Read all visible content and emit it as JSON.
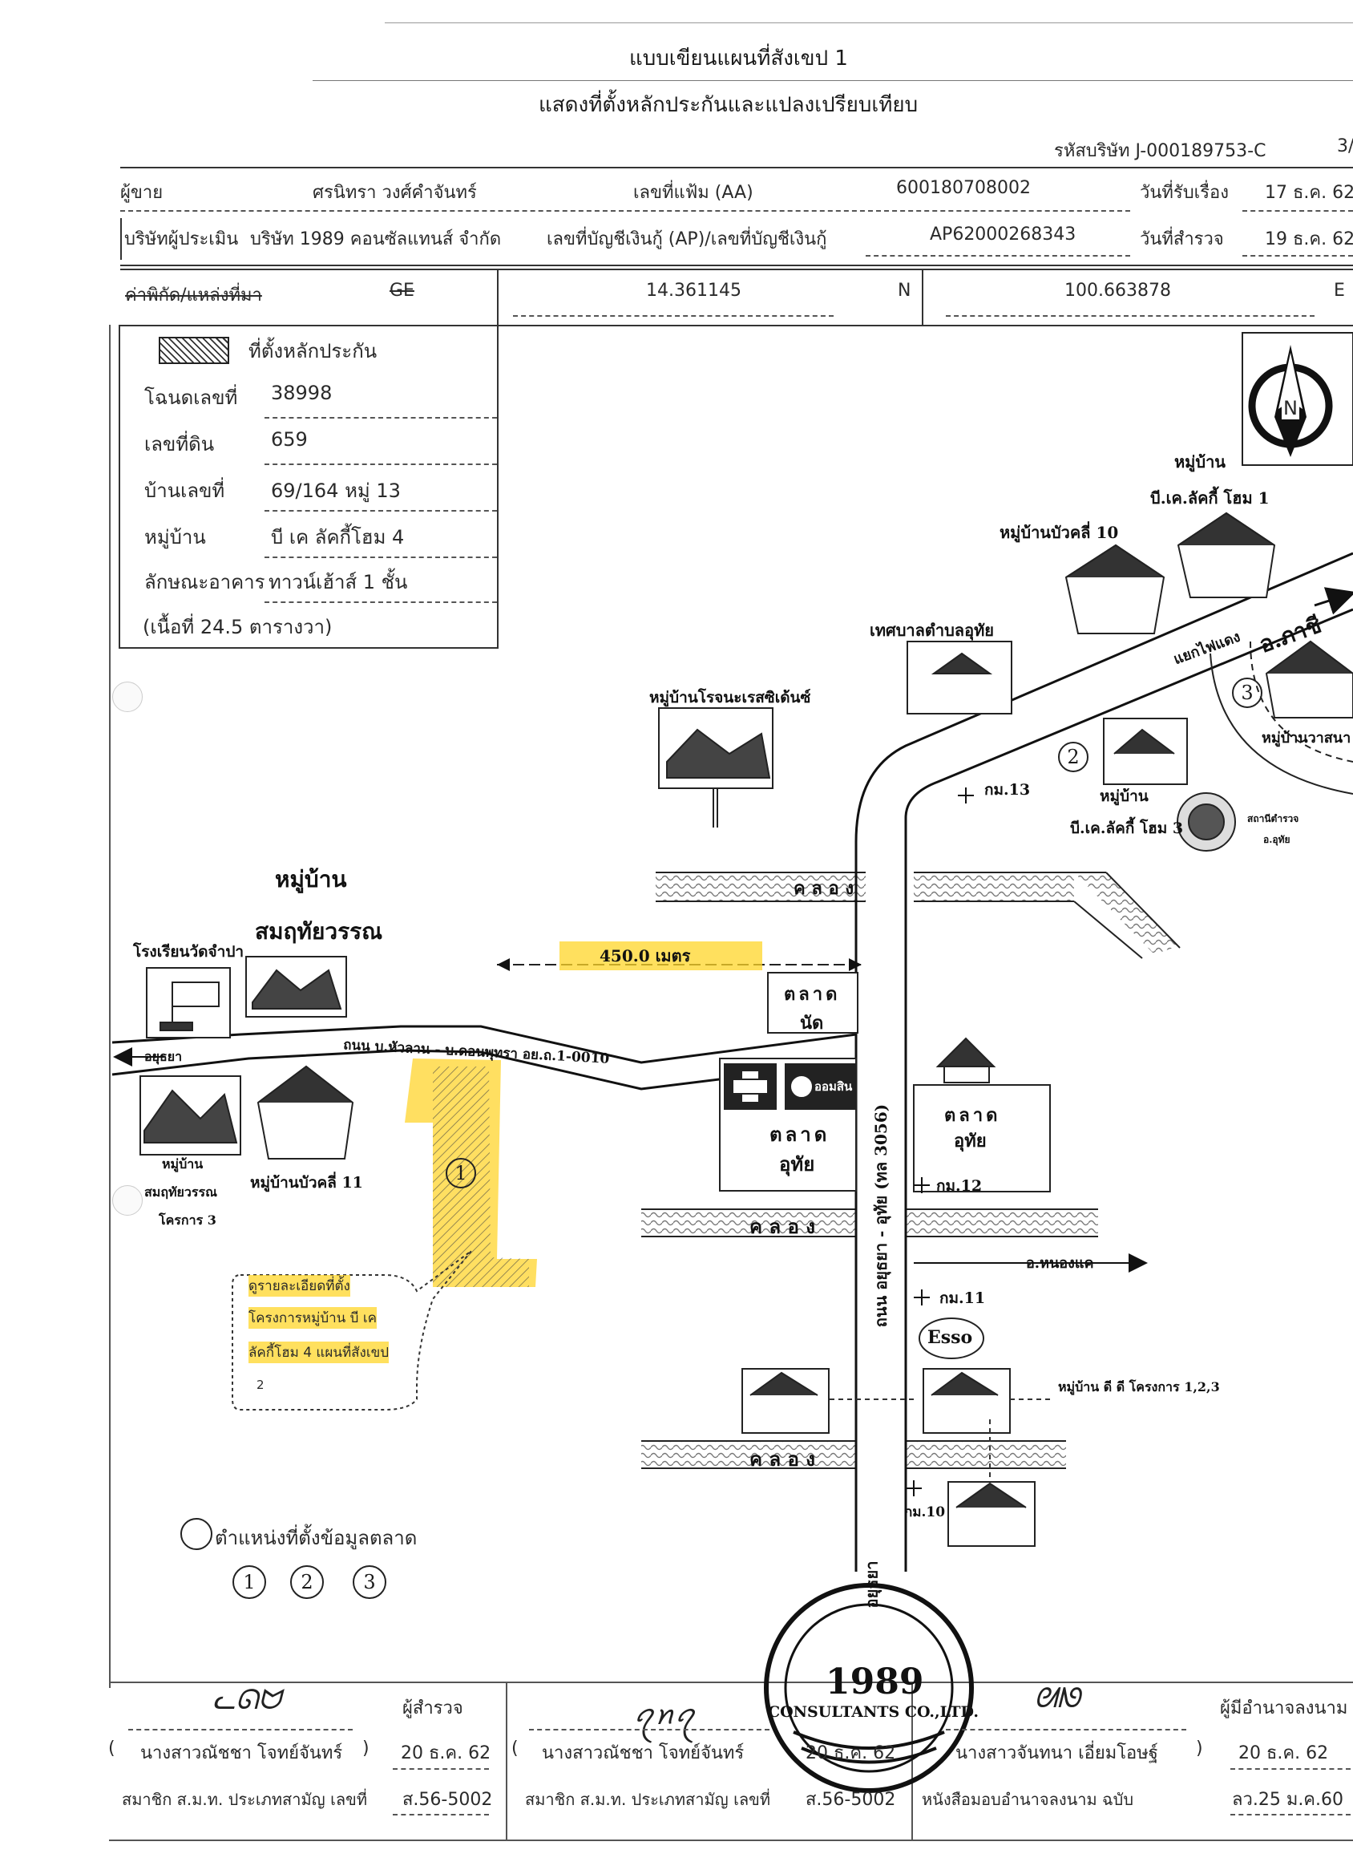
{
  "header": {
    "title": "แบบเขียนแผนที่สังเขป 1",
    "subtitle": "แสดงที่ตั้งหลักประกันและแปลงเปรียบเทียบ",
    "company_code": "รหัสบริษัท J-000189753-C",
    "page_ref": "3/"
  },
  "info": {
    "r1": {
      "l1": "ผู้ขาย",
      "v1": "ศรนิทรา    วงศ์คำจันทร์",
      "l2": "เลขที่แฟ้ม (AA)",
      "v2": "600180708002",
      "l3": "วันที่รับเรื่อง",
      "v3": "17 ธ.ค. 62"
    },
    "r2": {
      "l1": "บริษัทผู้ประเมิน",
      "v1": "บริษัท 1989 คอนซัลแทนส์ จำกัด",
      "l2": "เลขที่บัญชีเงินกู้ (AP)/เลขที่บัญชีเงินกู้",
      "v2": "AP62000268343",
      "l3": "วันที่สำรวจ",
      "v3": "19 ธ.ค. 62"
    },
    "coords": {
      "label": "ค่าพิกัด/แหล่งที่มา",
      "source": "GE",
      "lat": "14.361145",
      "lat_dir": "N",
      "lon": "100.663878",
      "lon_dir": "E"
    }
  },
  "legend": {
    "collateral_label": "ที่ตั้งหลักประกัน",
    "rows": [
      {
        "label": "โฉนดเลขที่",
        "value": "38998"
      },
      {
        "label": "เลขที่ดิน",
        "value": "659"
      },
      {
        "label": "บ้านเลขที่",
        "value": "69/164  หมู่ 13"
      },
      {
        "label": "หมู่บ้าน",
        "value": "บี เค ลัคกี้โฮม 4"
      },
      {
        "label": "ลักษณะอาคาร",
        "value": "ทาวน์เฮ้าส์ 1 ชั้น"
      }
    ],
    "area": "(เนื้อที่ 24.5 ตารางวา)"
  },
  "map": {
    "north": "N",
    "labels": {
      "bk1_a": "หมู่บ้าน",
      "bk1_b": "บี.เค.ลัคกี้ โฮม 1",
      "buakhli10": "หมู่บ้านบัวคลี่ 10",
      "tessaban": "เทศบาลตำบลอุทัย",
      "traffic_light": "แยกไฟแดง",
      "to_phachi": "อ.ภาชี",
      "wasana": "หมู่บ้านวาสนา",
      "rojana": "หมู่บ้านโรจนะเรสซิเด้นซ์",
      "km13": "กม.13",
      "bk3_a": "หมู่บ้าน",
      "bk3_b": "บี.เค.ลัคกี้ โฮม 3",
      "police_a": "สถานีตำรวจ",
      "police_b": "อ.อุทัย",
      "somruethai_a": "หมู่บ้าน",
      "somruethai_b": "สมฤทัยวรรณ",
      "school": "โรงเรียนวัดจำปา",
      "distance": "450.0 เมตร",
      "market_nat_a": "ตลาด",
      "market_nat_b": "นัด",
      "to_ayutthaya": "อยุธยา",
      "local_road": "ถนน บ.หัวลาน - บ.ดอนพุทรา อย.ถ.1-0010",
      "gsb": "ออมสิน",
      "market_uthai_a": "ตลาด",
      "market_uthai_b": "อุทัย",
      "market_uthai2_a": "ตลาด",
      "market_uthai2_b": "อุทัย",
      "main_road": "ถนน อยุธยา - อุทัย (ทล 3056)",
      "km12": "กม.12",
      "somruethai3_a": "หมู่บ้าน",
      "somruethai3_b": "สมฤทัยวรรณ",
      "somruethai3_c": "โครการ 3",
      "buakhli11": "หมู่บ้านบัวคลี่ 11",
      "to_nongkhae": "อ.หนองแค",
      "km11": "กม.11",
      "esso": "Esso",
      "didi": "หมู่บ้าน ดี ดี โครงการ 1,2,3",
      "km10": "กม.10",
      "ayutthaya_v": "อยุธยา",
      "klong": "ค  ล  อ  ง",
      "note": "ดูรายละเอียดที่ตั้งโครงการหมู่บ้าน บี เค ลัคกี้โฮม 4 แผนที่สังเขป",
      "note_l1": "ดูรายละเอียดที่ตั้ง",
      "note_l2": "โครงการหมู่บ้าน บี เค",
      "note_l3": "ลัคกี้โฮม 4 แผนที่สังเขป",
      "note_l4": "2",
      "market_legend": "ตำแหน่งที่ตั้งข้อมูลตลาด",
      "n1": "1",
      "n2": "2",
      "n3": "3",
      "stamp_1": "1989",
      "stamp_2": "CONSULTANTS CO.,LTD."
    }
  },
  "signatures": {
    "surveyor": {
      "role": "ผู้สำรวจ",
      "name": "นางสาวณัชชา  โจทย์จันทร์",
      "date": "20 ธ.ค. 62",
      "member": "สมาชิก ส.ม.ท. ประเภทสามัญ เลขที่",
      "license": "ส.56-5002"
    },
    "reviewer": {
      "name": "นางสาวณัชชา  โจทย์จันทร์",
      "date": "20 ธ.ค. 62",
      "member": "สมาชิก ส.ม.ท. ประเภทสามัญ เลขที่",
      "license": "ส.56-5002"
    },
    "authorized": {
      "role": "ผู้มีอำนาจลงนาม",
      "name": "นางสาวจันทนา  เอี่ยมโอษฐ์",
      "date": "20 ธ.ค. 62",
      "power": "หนังสือมอบอำนาจลงนาม ฉบับ",
      "ref": "ลว.25 ม.ค.60"
    }
  }
}
